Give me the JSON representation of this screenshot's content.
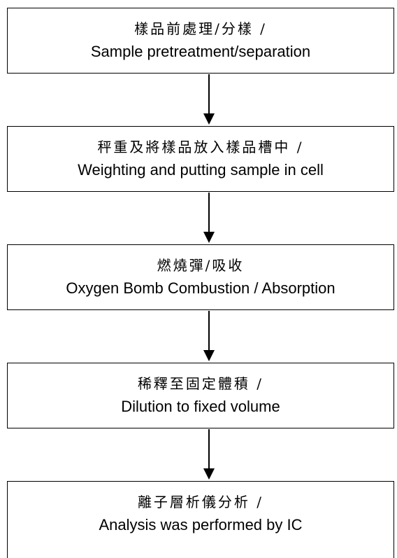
{
  "steps": [
    {
      "zh": "樣品前處理/分樣 /",
      "en": "Sample pretreatment/separation"
    },
    {
      "zh": "秤重及將樣品放入樣品槽中 /",
      "en": "Weighting and putting sample in cell"
    },
    {
      "zh": "燃燒彈/吸收",
      "en": "Oxygen Bomb Combustion / Absorption"
    },
    {
      "zh": "稀釋至固定體積 /",
      "en": "Dilution to fixed volume"
    },
    {
      "zh": "離子層析儀分析 /",
      "en": "Analysis was performed by IC"
    }
  ]
}
